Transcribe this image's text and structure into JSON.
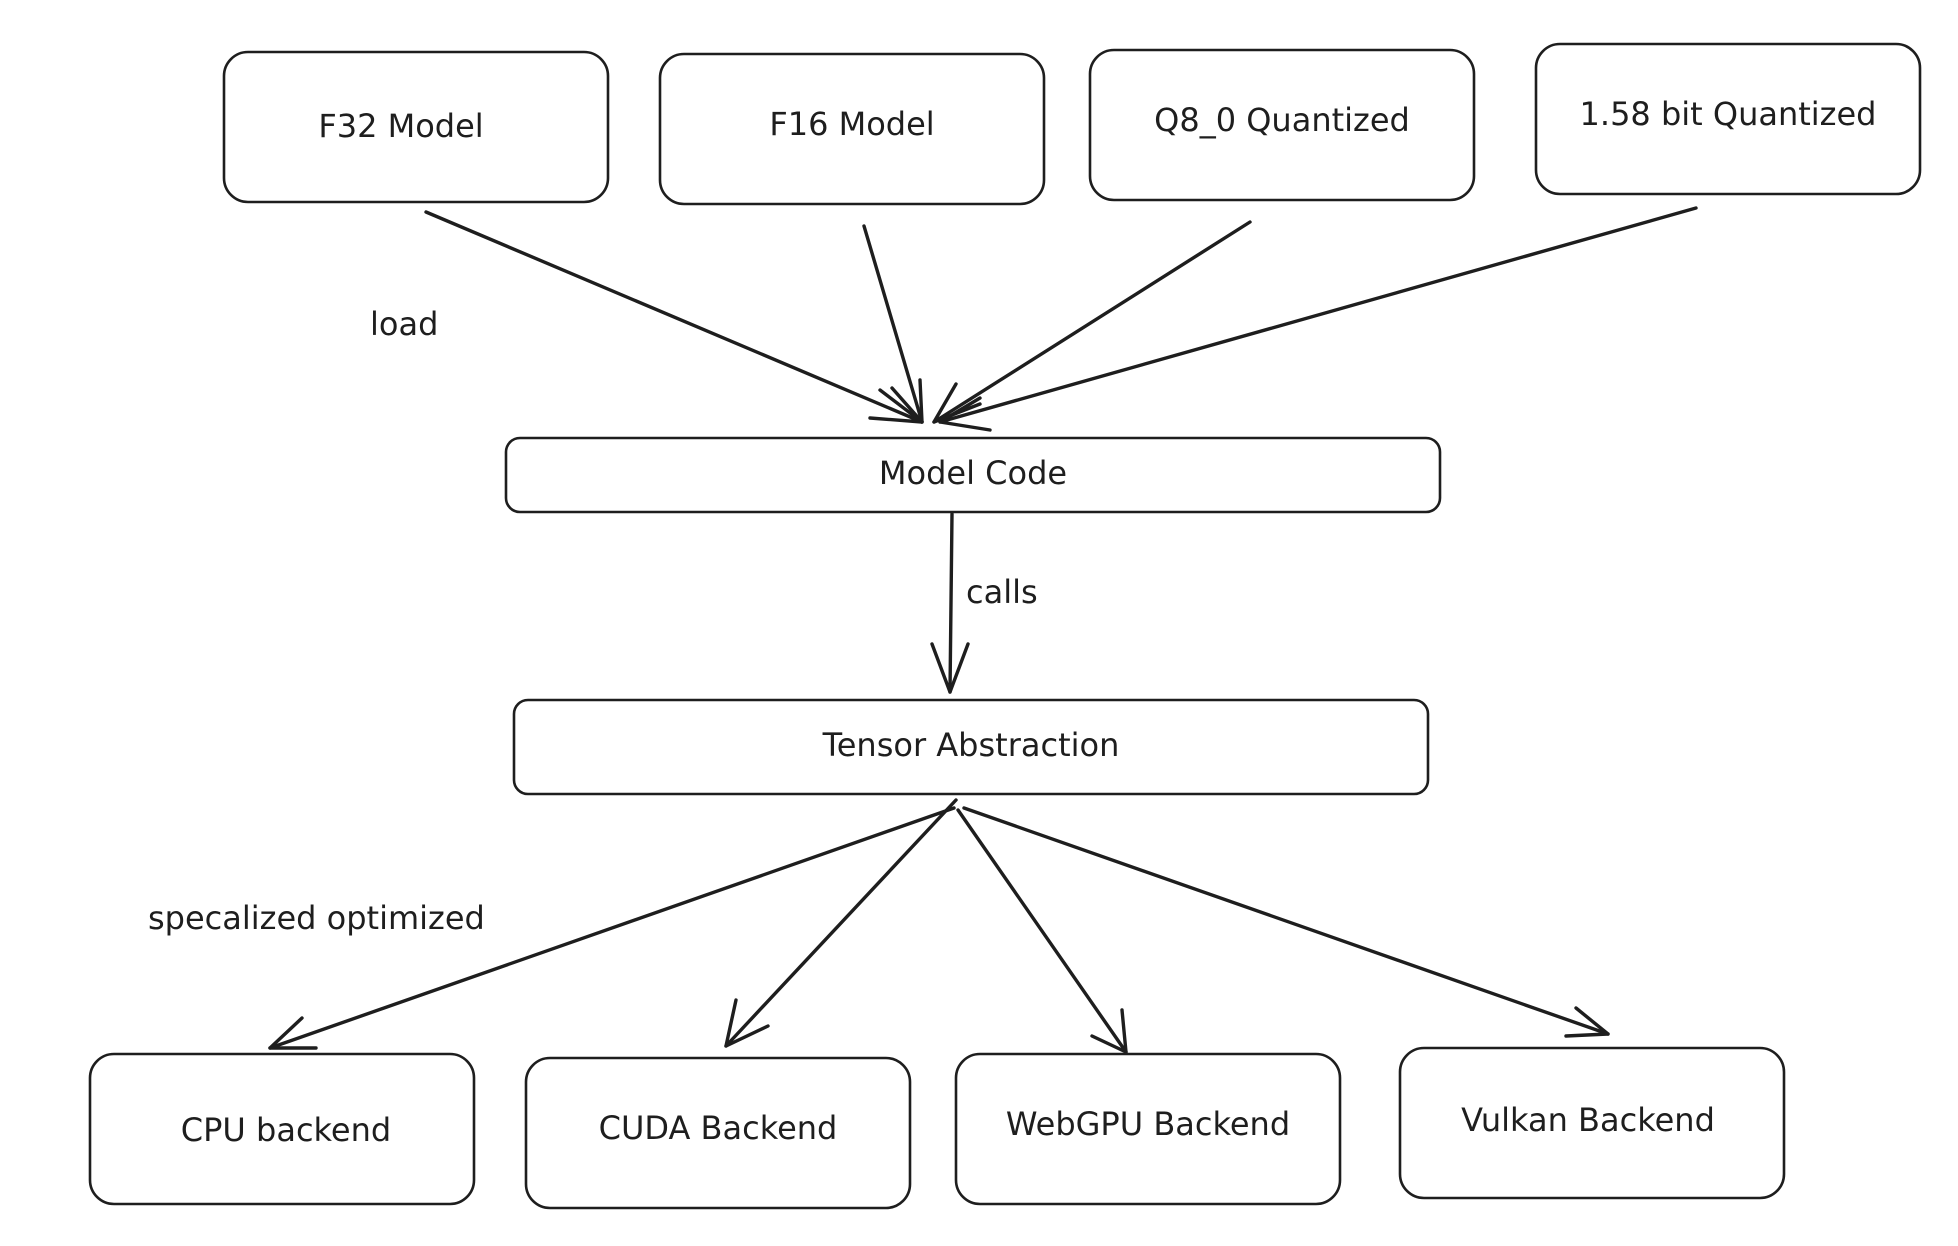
{
  "diagram": {
    "nodes": {
      "f32": "F32 Model",
      "f16": "F16 Model",
      "q8": "Q8_0 Quantized",
      "bit158": "1.58 bit Quantized",
      "model_code": "Model Code",
      "tensor": "Tensor Abstraction",
      "cpu": "CPU backend",
      "cuda": "CUDA Backend",
      "webgpu": "WebGPU Backend",
      "vulkan": "Vulkan Backend"
    },
    "labels": {
      "load": "load",
      "calls": "calls",
      "specialized": "specalized optimized"
    },
    "colors": {
      "stroke": "#1e1e1e",
      "background": "#ffffff"
    }
  }
}
